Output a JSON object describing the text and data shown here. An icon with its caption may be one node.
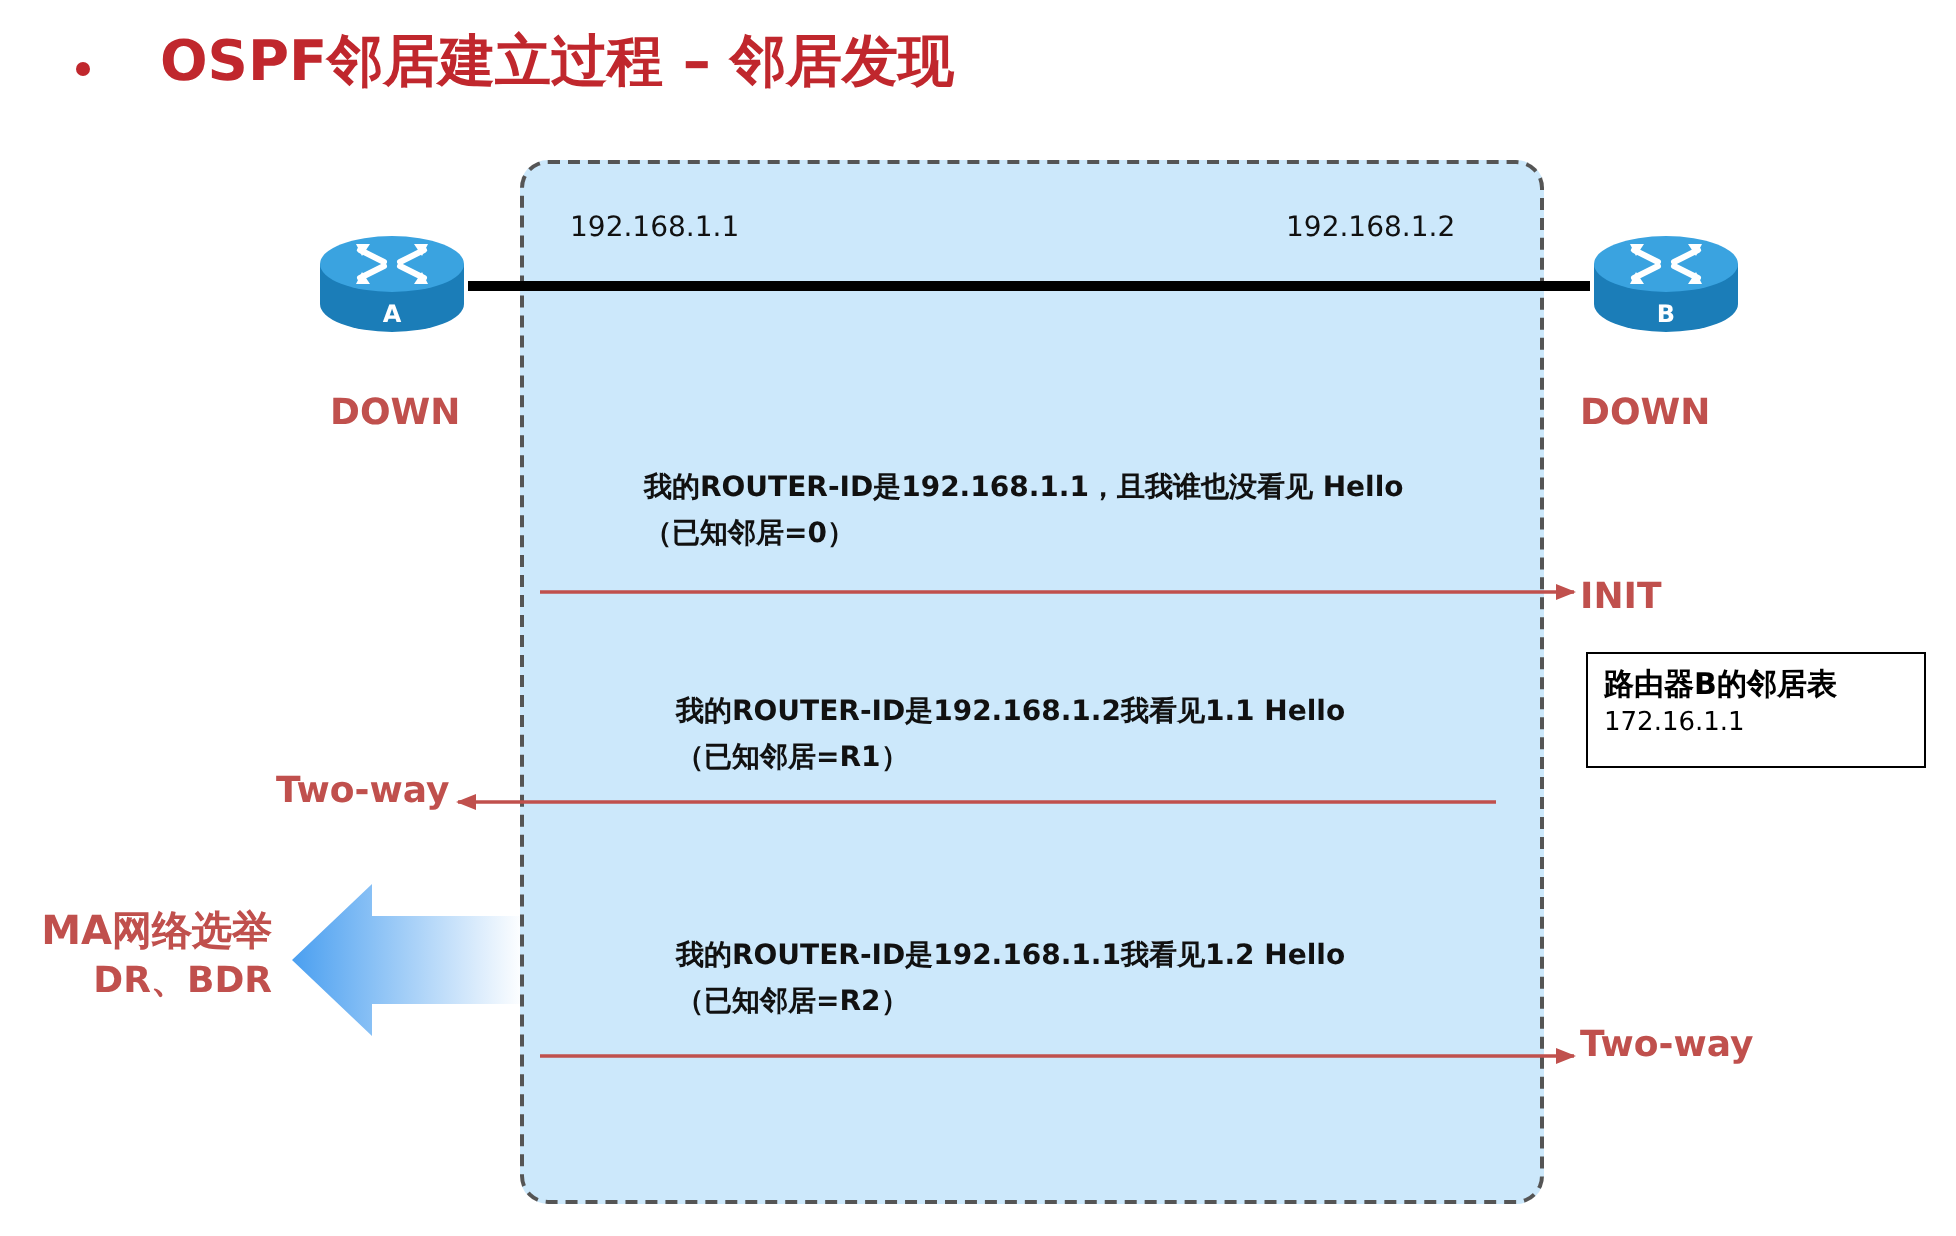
{
  "diagram": {
    "title": "OSPF邻居建立过程 – 邻居发现",
    "nodes": [
      {
        "text": [
          "A"
        ],
        "beside": [
          "DOWN"
        ]
      },
      {
        "text": [
          "B"
        ],
        "beside": [
          "DOWN"
        ]
      },
      {
        "text": [
          "INIT"
        ]
      },
      {
        "text": [
          "路由器B的邻居表",
          "172.16.1.1"
        ]
      },
      {
        "text": [
          "Two-way"
        ]
      },
      {
        "text": [
          "Two-way"
        ]
      },
      {
        "text": [
          "MA网络选举",
          "DR、BDR"
        ]
      }
    ],
    "edges": [
      {
        "from": 0,
        "to": 1,
        "arrow": "none",
        "style": "thick",
        "color": "#000000"
      },
      {
        "from": null,
        "to": 2,
        "arrow": "to",
        "label": "我的ROUTER-ID是192.168.1.1，且我谁也没看见 Hello（已知邻居=0）"
      },
      {
        "from": null,
        "to": 4,
        "arrow": "to",
        "label": "我的ROUTER-ID是192.168.1.2我看见1.1 Hello（已知邻居=R1）"
      },
      {
        "from": null,
        "to": 5,
        "arrow": "to",
        "label": "我的ROUTER-ID是192.168.1.1我看见1.2 Hello（已知邻居=R2）"
      }
    ],
    "labels": [
      "192.168.1.1",
      "192.168.1.2"
    ]
  }
}
